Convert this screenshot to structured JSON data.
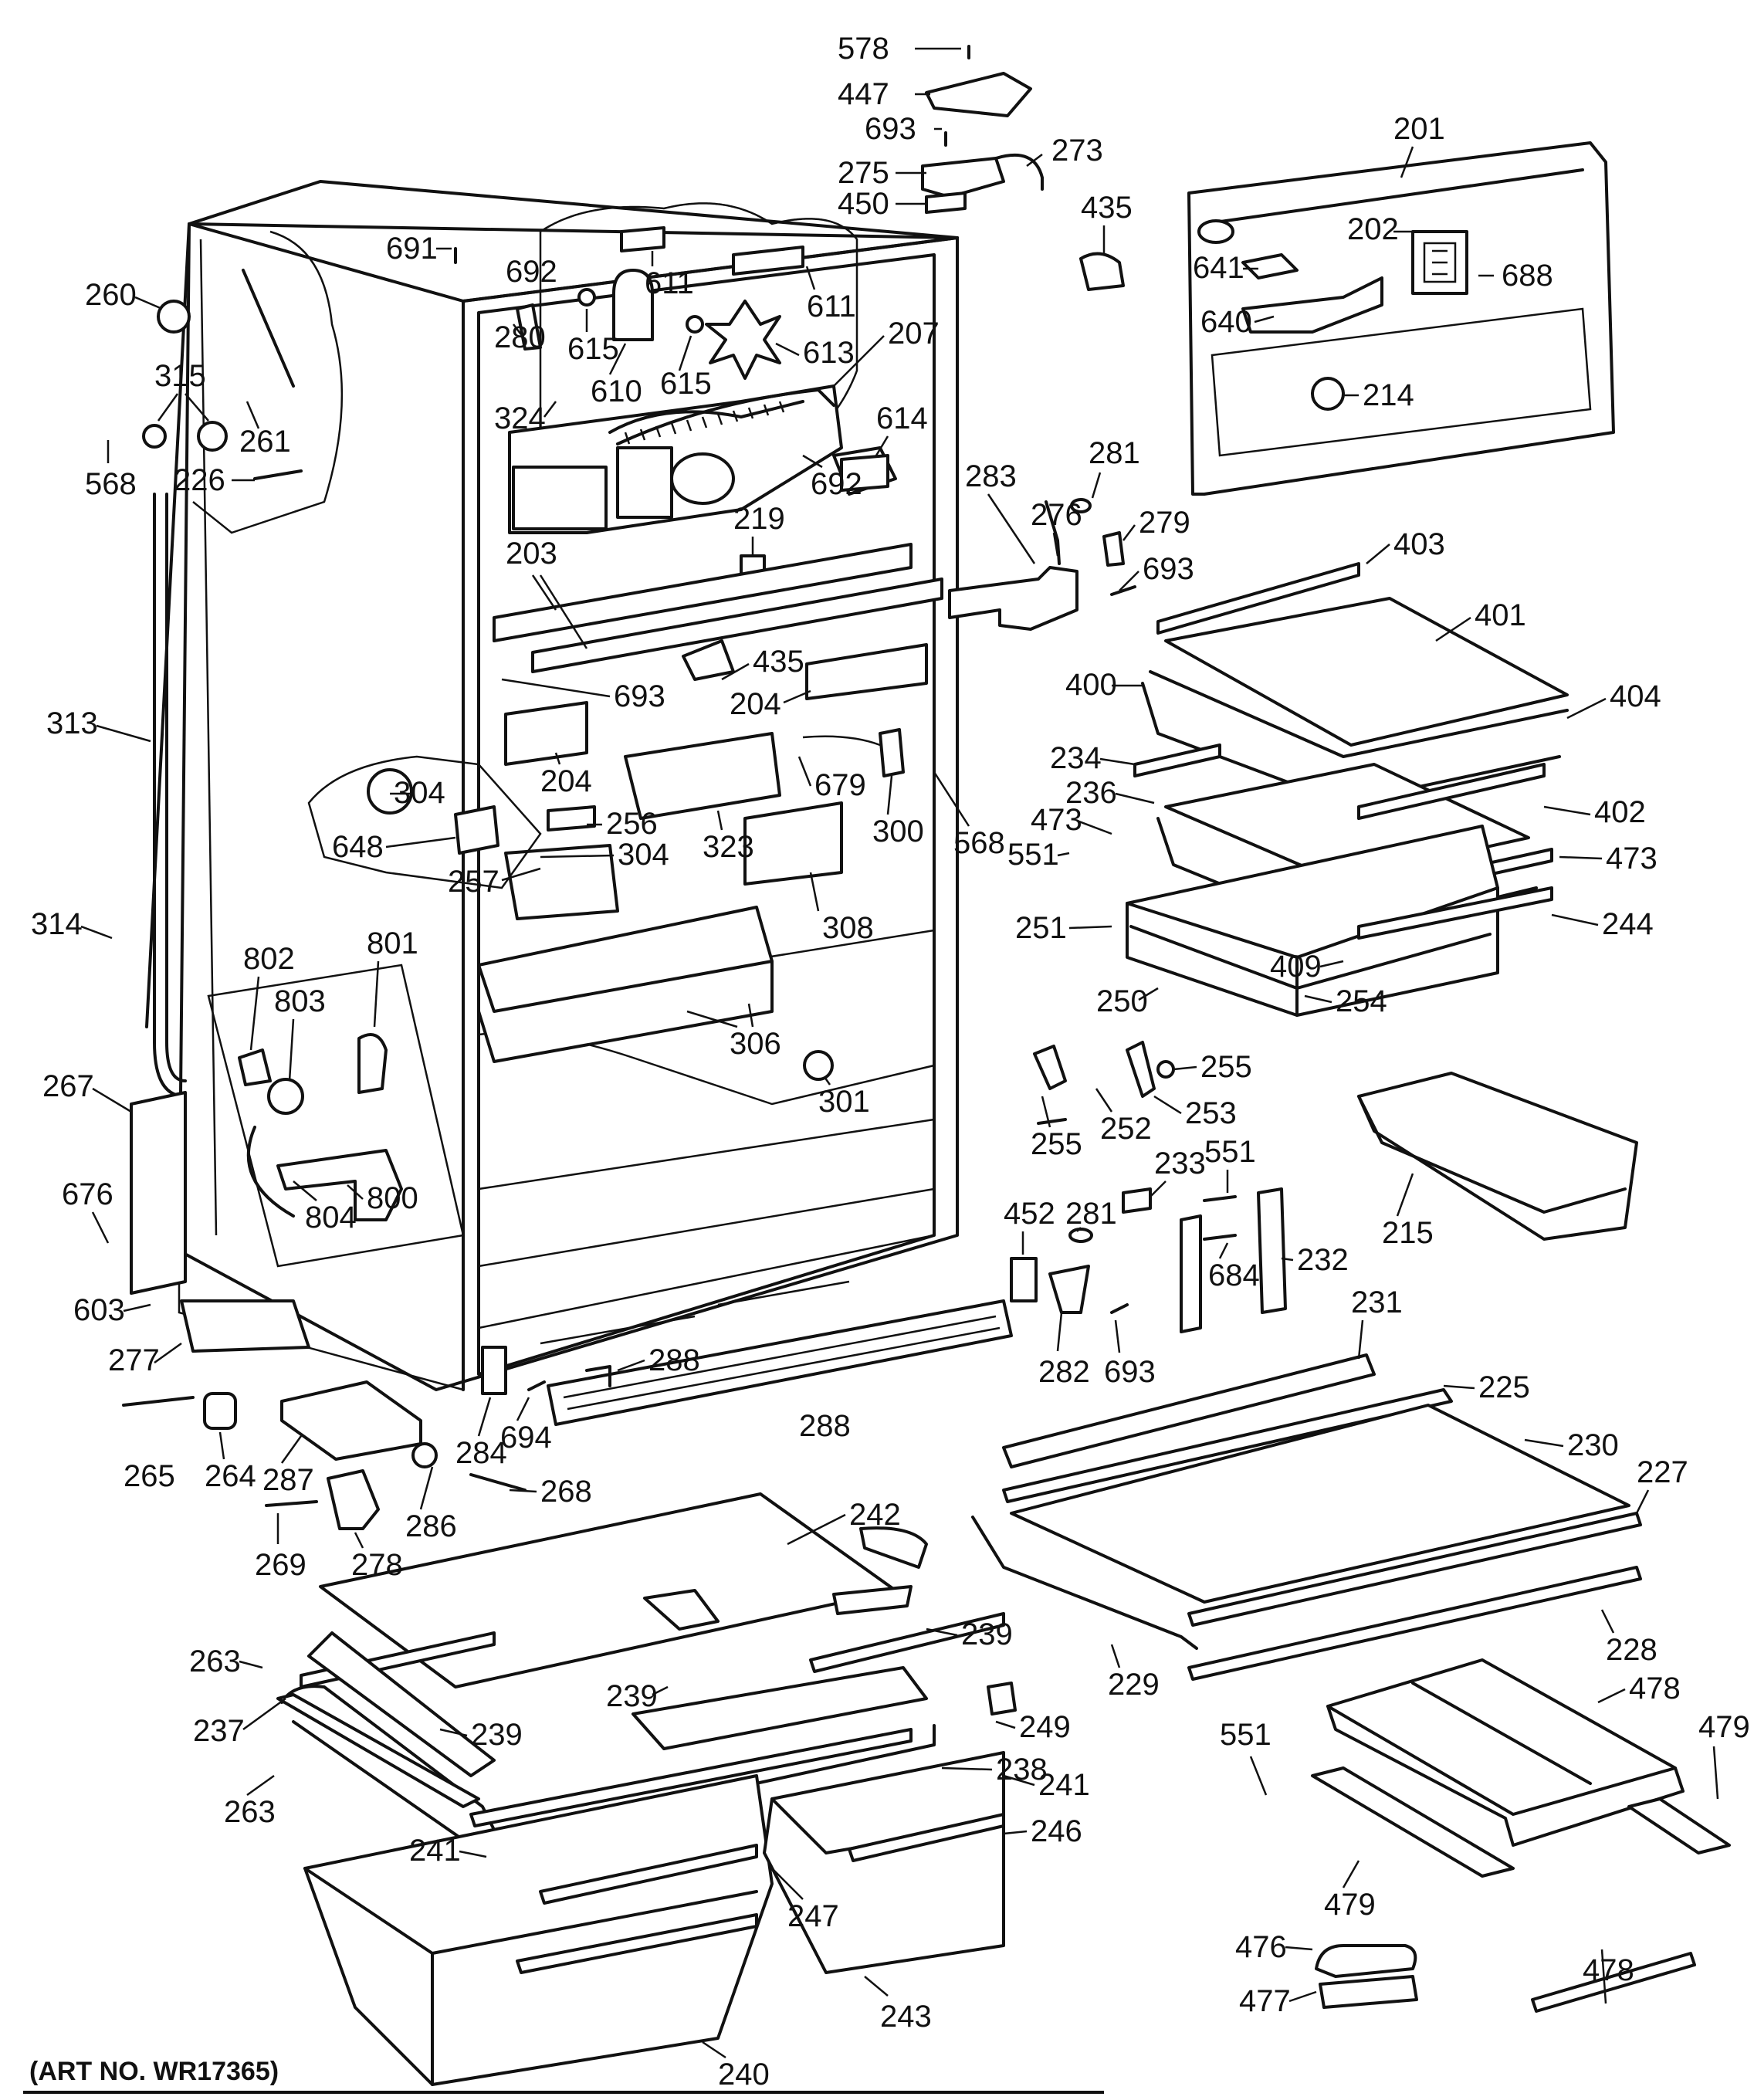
{
  "callouts": [
    "578",
    "447",
    "693",
    "275",
    "273",
    "450",
    "201",
    "435",
    "691",
    "692",
    "611",
    "611",
    "202",
    "641",
    "688",
    "640",
    "260",
    "280",
    "615",
    "610",
    "615",
    "613",
    "207",
    "214",
    "315",
    "324",
    "614",
    "568",
    "261",
    "226",
    "692",
    "281",
    "279",
    "219",
    "283",
    "276",
    "693",
    "403",
    "203",
    "435",
    "401",
    "400",
    "204",
    "404",
    "693",
    "313",
    "304",
    "679",
    "234",
    "204",
    "256",
    "236",
    "402",
    "648",
    "300",
    "473",
    "473",
    "551",
    "568",
    "323",
    "257",
    "304",
    "244",
    "308",
    "251",
    "314",
    "409",
    "802",
    "801",
    "250",
    "254",
    "803",
    "306",
    "301",
    "255",
    "255",
    "252",
    "253",
    "267",
    "800",
    "551",
    "804",
    "233",
    "215",
    "676",
    "281",
    "452",
    "684",
    "232",
    "603",
    "231",
    "277",
    "282",
    "693",
    "288",
    "225",
    "284",
    "694",
    "288",
    "230",
    "265",
    "264",
    "227",
    "287",
    "268",
    "242",
    "278",
    "286",
    "269",
    "239",
    "228",
    "239",
    "229",
    "263",
    "239",
    "249",
    "478",
    "237",
    "238",
    "241",
    "551",
    "479",
    "263",
    "246",
    "241",
    "247",
    "479",
    "476",
    "477",
    "243",
    "478",
    "240"
  ],
  "caption": "(ART NO. WR17365)"
}
